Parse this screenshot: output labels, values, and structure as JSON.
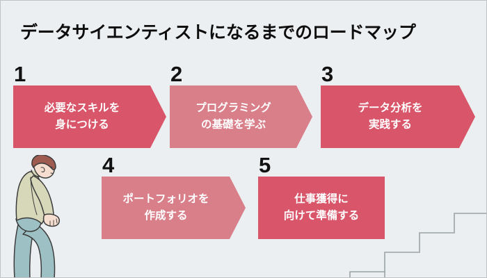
{
  "page": {
    "title": "データサイエンティストになるまでのロードマップ",
    "background_color": "#eceff1",
    "border_color": "#bfc3c6",
    "title_color": "#0d0d0d"
  },
  "colors": {
    "accent_strong": "#d9566a",
    "accent_light": "#d97f8a",
    "number_color": "#111111",
    "caption_color": "#ffffff",
    "stairs_line": "#9aa3a7"
  },
  "steps": [
    {
      "number": "1",
      "line1": "必要なスキルを",
      "line2": "身につける",
      "color": "#d9566a",
      "shape": "chevron",
      "row": 1
    },
    {
      "number": "2",
      "line1": "プログラミング",
      "line2": "の基礎を学ぶ",
      "color": "#d97f8a",
      "shape": "chevron",
      "row": 1
    },
    {
      "number": "3",
      "line1": "データ分析を",
      "line2": "実践する",
      "color": "#d9566a",
      "shape": "chevron",
      "row": 1
    },
    {
      "number": "4",
      "line1": "ポートフォリオを",
      "line2": "作成する",
      "color": "#d97f8a",
      "shape": "chevron",
      "row": 2
    },
    {
      "number": "5",
      "line1": "仕事獲得に",
      "line2": "向けて準備する",
      "color": "#d9566a",
      "shape": "rectangle",
      "row": 2
    }
  ],
  "illustration": {
    "person": {
      "name": "walking-person",
      "hair_color": "#9e5b4f",
      "skin_color": "#f5ddd0",
      "shirt_color": "#d6d8b9",
      "pants_color": "#9dc0c4",
      "outline_color": "#3b3b3b"
    },
    "stairs": {
      "name": "stairs",
      "steps_count": 4,
      "line_color": "#9aa3a7"
    }
  }
}
